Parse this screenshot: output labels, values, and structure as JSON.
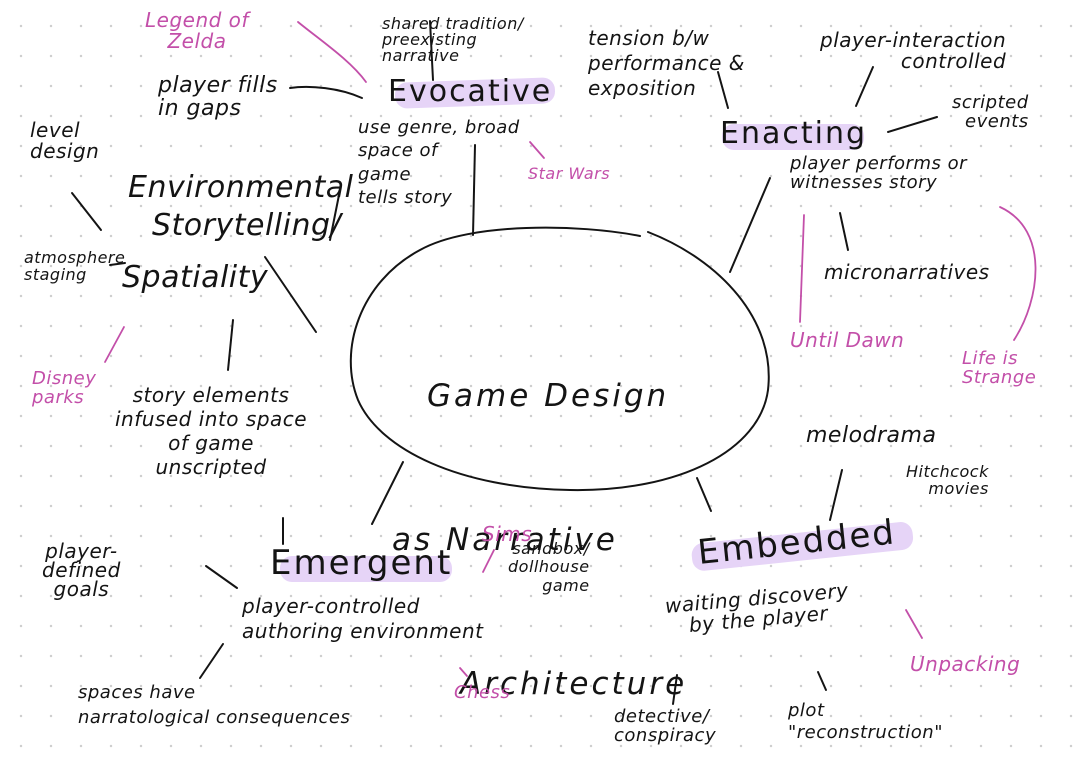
{
  "colors": {
    "ink": "#141414",
    "annotation_pink": "#c34fa9",
    "highlight_lavender": "#e6d4f7",
    "background": "#ffffff",
    "grid_dot": "#cfcfcf"
  },
  "center": {
    "line1": "Game Design",
    "line2": "as Narrative",
    "line3": "Architecture"
  },
  "nodes": {
    "environmental": {
      "title_line1": "Environmental",
      "title_line2": "Storytelling/",
      "title_line3": "Spatiality",
      "description": "story elements\ninfused into space\nof game\nunscripted",
      "related": [
        "player fills\nin gaps",
        "level\ndesign",
        "atmosphere\nstaging"
      ],
      "examples": [
        "Legend of\nZelda",
        "Disney\nparks"
      ]
    },
    "evocative": {
      "title": "Evocative",
      "description": "use genre, broad\nspace of\ngame\ntells story",
      "related": [
        "shared tradition/\npreexisting\nnarrative"
      ],
      "examples": [
        "Star Wars"
      ]
    },
    "enacting": {
      "title": "Enacting",
      "description": "player performs or\nwitnesses story",
      "related": [
        "tension b/w\nperformance &\nexposition",
        "player-interaction\ncontrolled",
        "scripted\nevents",
        "micronarratives"
      ],
      "examples": [
        "Until Dawn",
        "Life is\nStrange"
      ]
    },
    "emergent": {
      "title": "Emergent",
      "description": "player-controlled\nauthoring environment",
      "related": [
        "player-\ndefined\ngoals",
        "spaces have\nnarratological consequences",
        "sandbox/\ndollhouse\ngame"
      ],
      "examples": [
        "Sims",
        "Chess"
      ]
    },
    "embedded": {
      "title": "Embedded",
      "description": "waiting discovery\nby the player",
      "related": [
        "melodrama",
        "Hitchcock\nmovies",
        "detective/\nconspiracy",
        "plot\n\"reconstruction\""
      ],
      "examples": [
        "Unpacking"
      ]
    }
  }
}
